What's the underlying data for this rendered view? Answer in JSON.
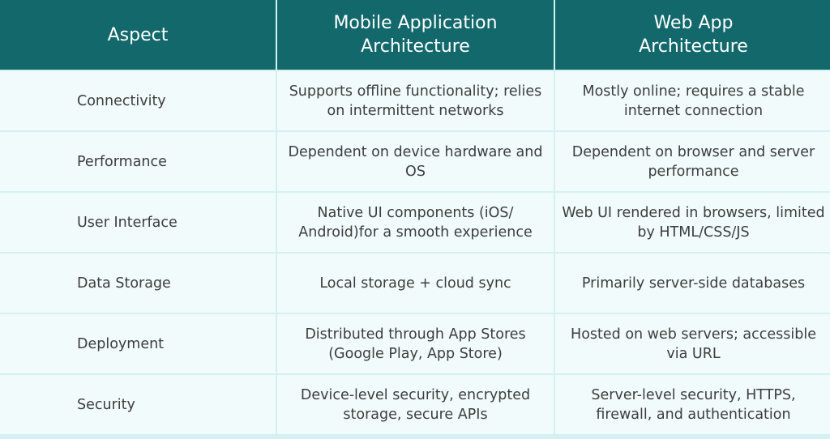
{
  "headers": [
    "Aspect",
    "Mobile Application Architecture",
    "Web App Architecture"
  ],
  "rows": [
    [
      "Connectivity",
      "Supports offline functionality; relies on intermittent networks",
      "Mostly online; requires a stable internet connection"
    ],
    [
      "Performance",
      "Dependent on device hardware and OS",
      "Dependent on browser and server performance"
    ],
    [
      "User Interface",
      "Native UI components (iOS/ Android)for a smooth experience",
      "Web UI rendered in browsers, limited by HTML/CSS/JS"
    ],
    [
      "Data Storage",
      "Local storage + cloud sync",
      "Primarily server-side databases"
    ],
    [
      "Deployment",
      "Distributed through App Stores (Google Play, App Store)",
      "Hosted on web servers; accessible via URL"
    ],
    [
      "Security",
      "Device-level security, encrypted storage, secure APIs",
      "Server-level security, HTTPS, firewall, and authentication"
    ]
  ],
  "colors": {
    "header": "#12686b",
    "cell": "#f1fbfc",
    "border": "#d4f0f2"
  }
}
